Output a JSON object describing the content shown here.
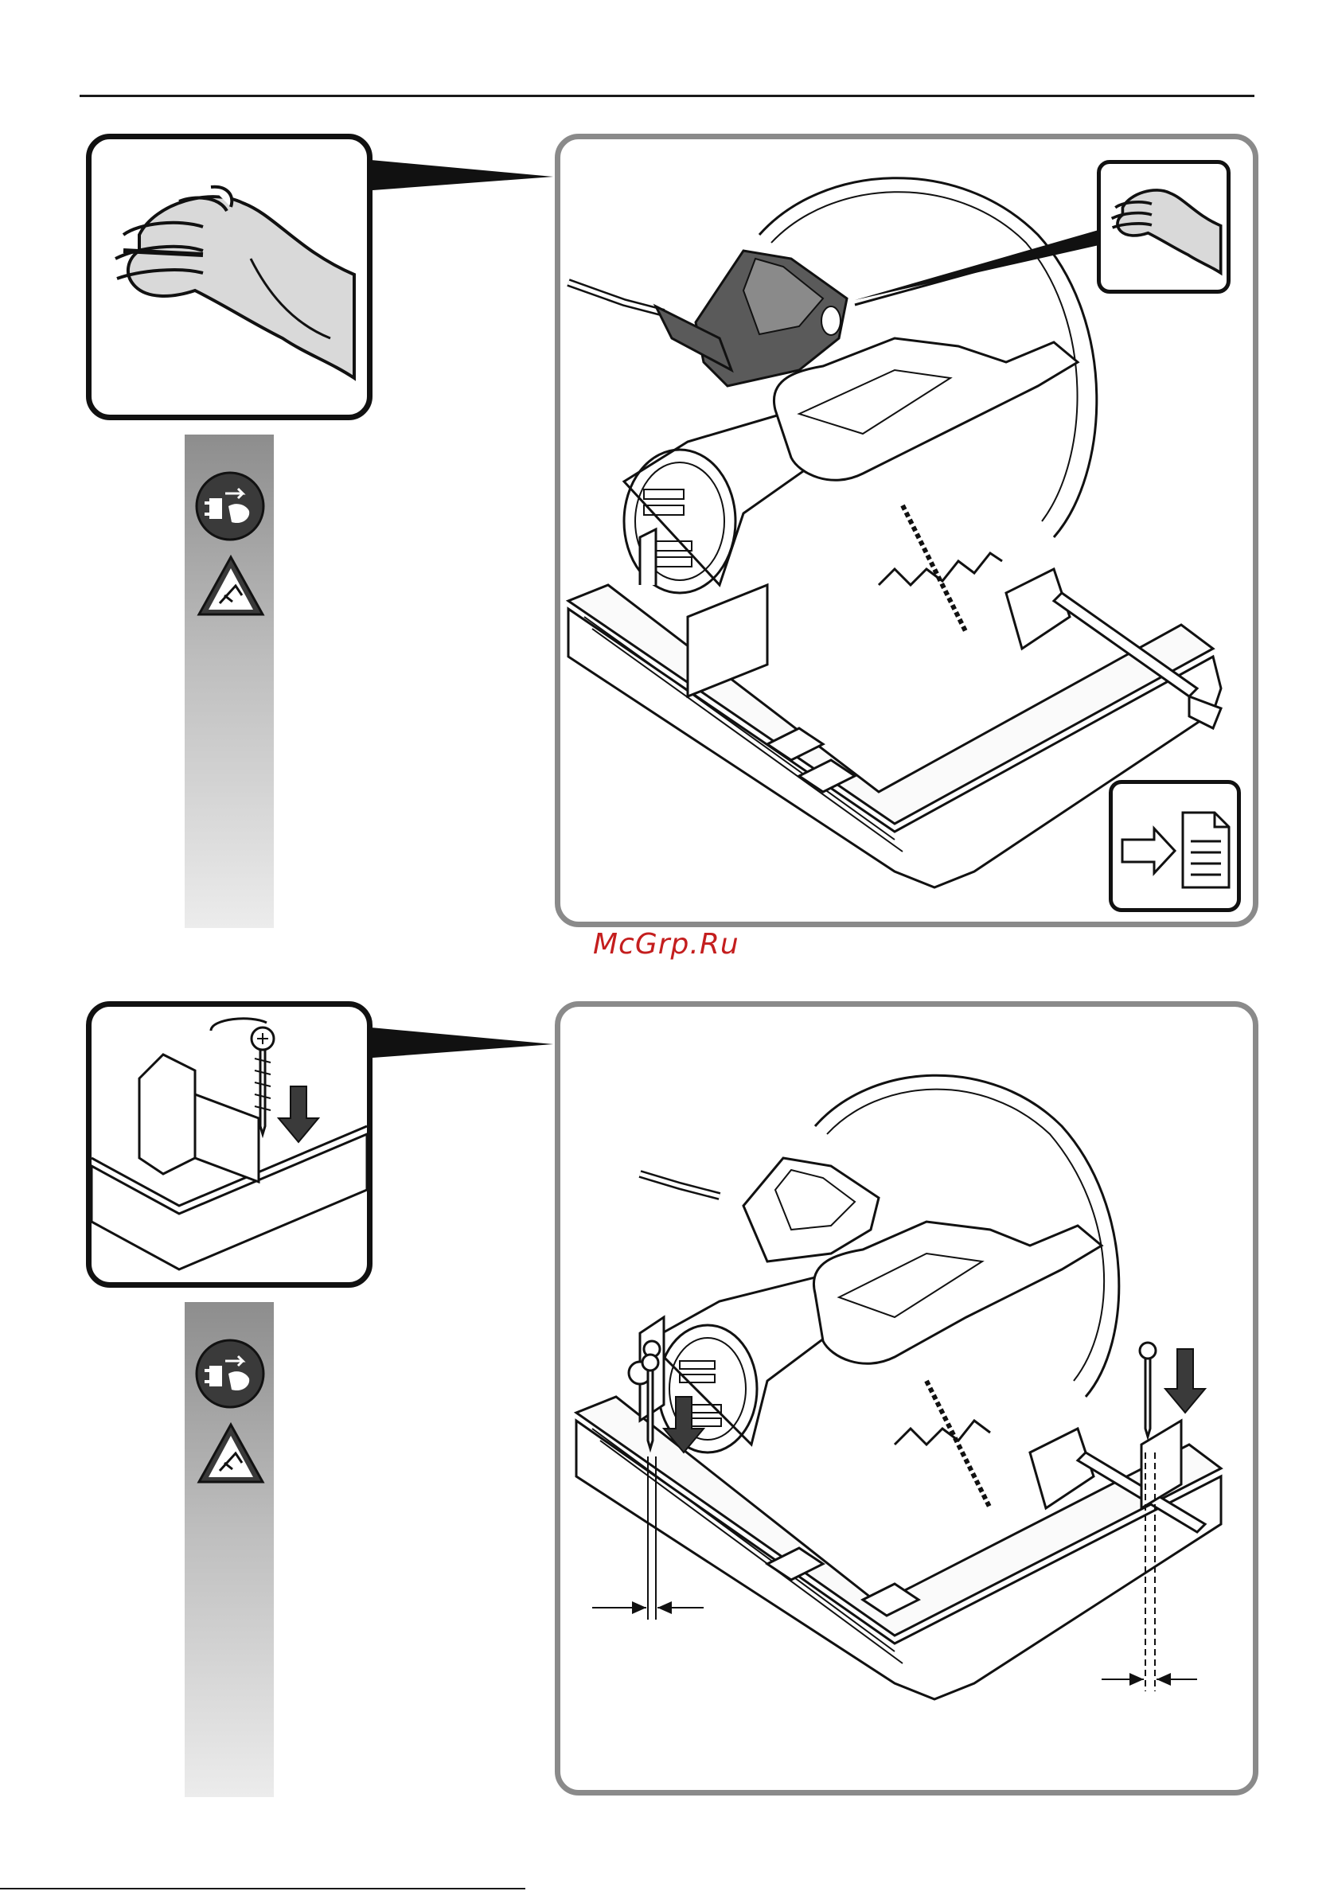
{
  "watermark": {
    "text": "McGrp.Ru"
  },
  "steps": [
    {
      "id": "step-1",
      "callout_icon": "hand-grip-icon",
      "safety_icons": [
        "unplug-icon",
        "hazard-warning-icon"
      ],
      "corner_icon": "see-document-icon",
      "illustration": "cut-off-saw-handle-transport-illustration"
    },
    {
      "id": "step-2",
      "callout_icon": "screw-mount-icon",
      "safety_icons": [
        "unplug-icon",
        "hazard-warning-icon"
      ],
      "illustration": "cut-off-saw-screw-mounting-illustration"
    }
  ],
  "colors": {
    "frame": "#8a8a8a",
    "outline": "#111111",
    "watermark": "#c41e1e",
    "highlight": "#5a5a5a"
  }
}
